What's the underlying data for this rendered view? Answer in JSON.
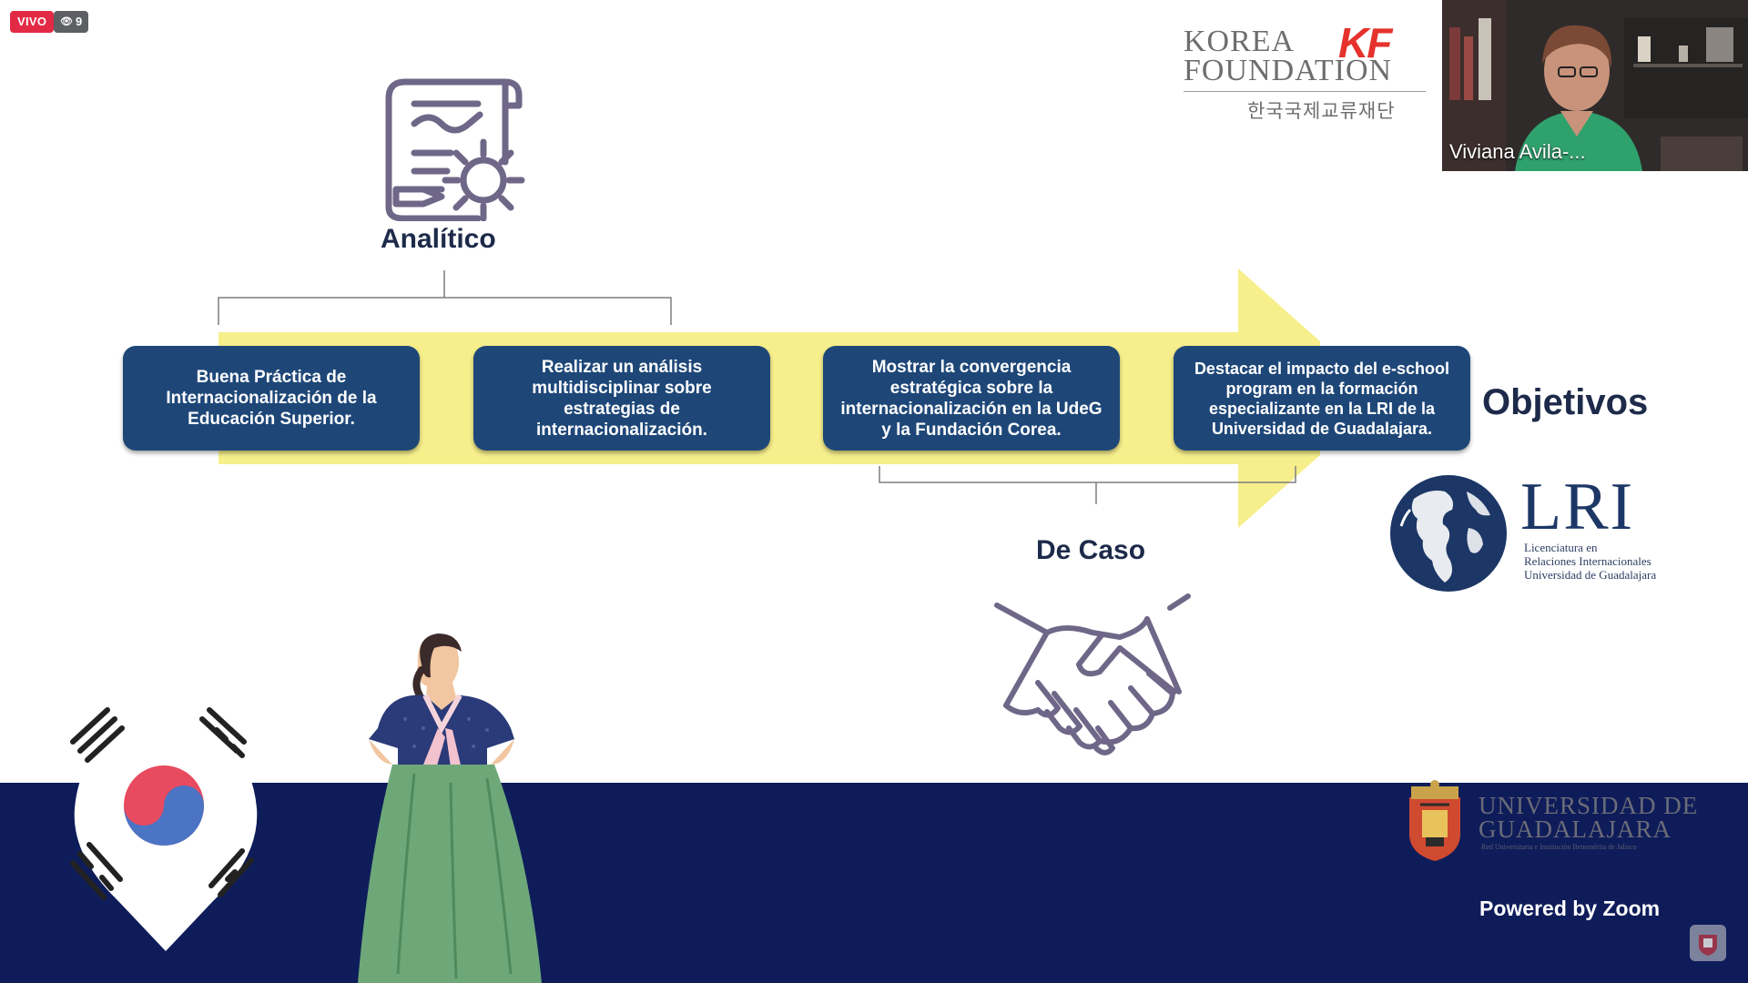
{
  "stream": {
    "live_label": "VIVO",
    "viewer_count": "9"
  },
  "header_logo": {
    "line1": "KOREA",
    "line2": "FOUNDATION",
    "mark": "KF",
    "korean": "한국국제교류재단"
  },
  "video": {
    "participant_name": "Viviana Avila-..."
  },
  "diagram": {
    "analitico_label": "Analítico",
    "de_caso_label": "De Caso",
    "objetivos_label": "Objetivos",
    "boxes": [
      "Buena Práctica de Internacionalización de la Educación Superior.",
      "Realizar un análisis multidisciplinar sobre estrategias de internacionalización.",
      "Mostrar la convergencia estratégica sobre la internacionalización en la UdeG y la Fundación Corea.",
      "Destacar el impacto del e-school program en la formación especializante en la LRI de la Universidad de Guadalajara."
    ]
  },
  "lri_logo": {
    "title": "LRI",
    "line1": "Licenciatura en",
    "line2": "Relaciones Internacionales",
    "line3": "Universidad de Guadalajara"
  },
  "udg_logo": {
    "line1": "UNIVERSIDAD DE",
    "line2": "GUADALAJARA",
    "tagline": "Red Universitaria e Institución Benemérita de Jalisco"
  },
  "footer": {
    "powered": "Powered by Zoom"
  },
  "colors": {
    "box_blue": "#1e4778",
    "arrow_yellow": "#f7ef8c",
    "band_navy": "#0f1c5a",
    "live_red": "#e32a45",
    "kf_red": "#e6322c"
  }
}
